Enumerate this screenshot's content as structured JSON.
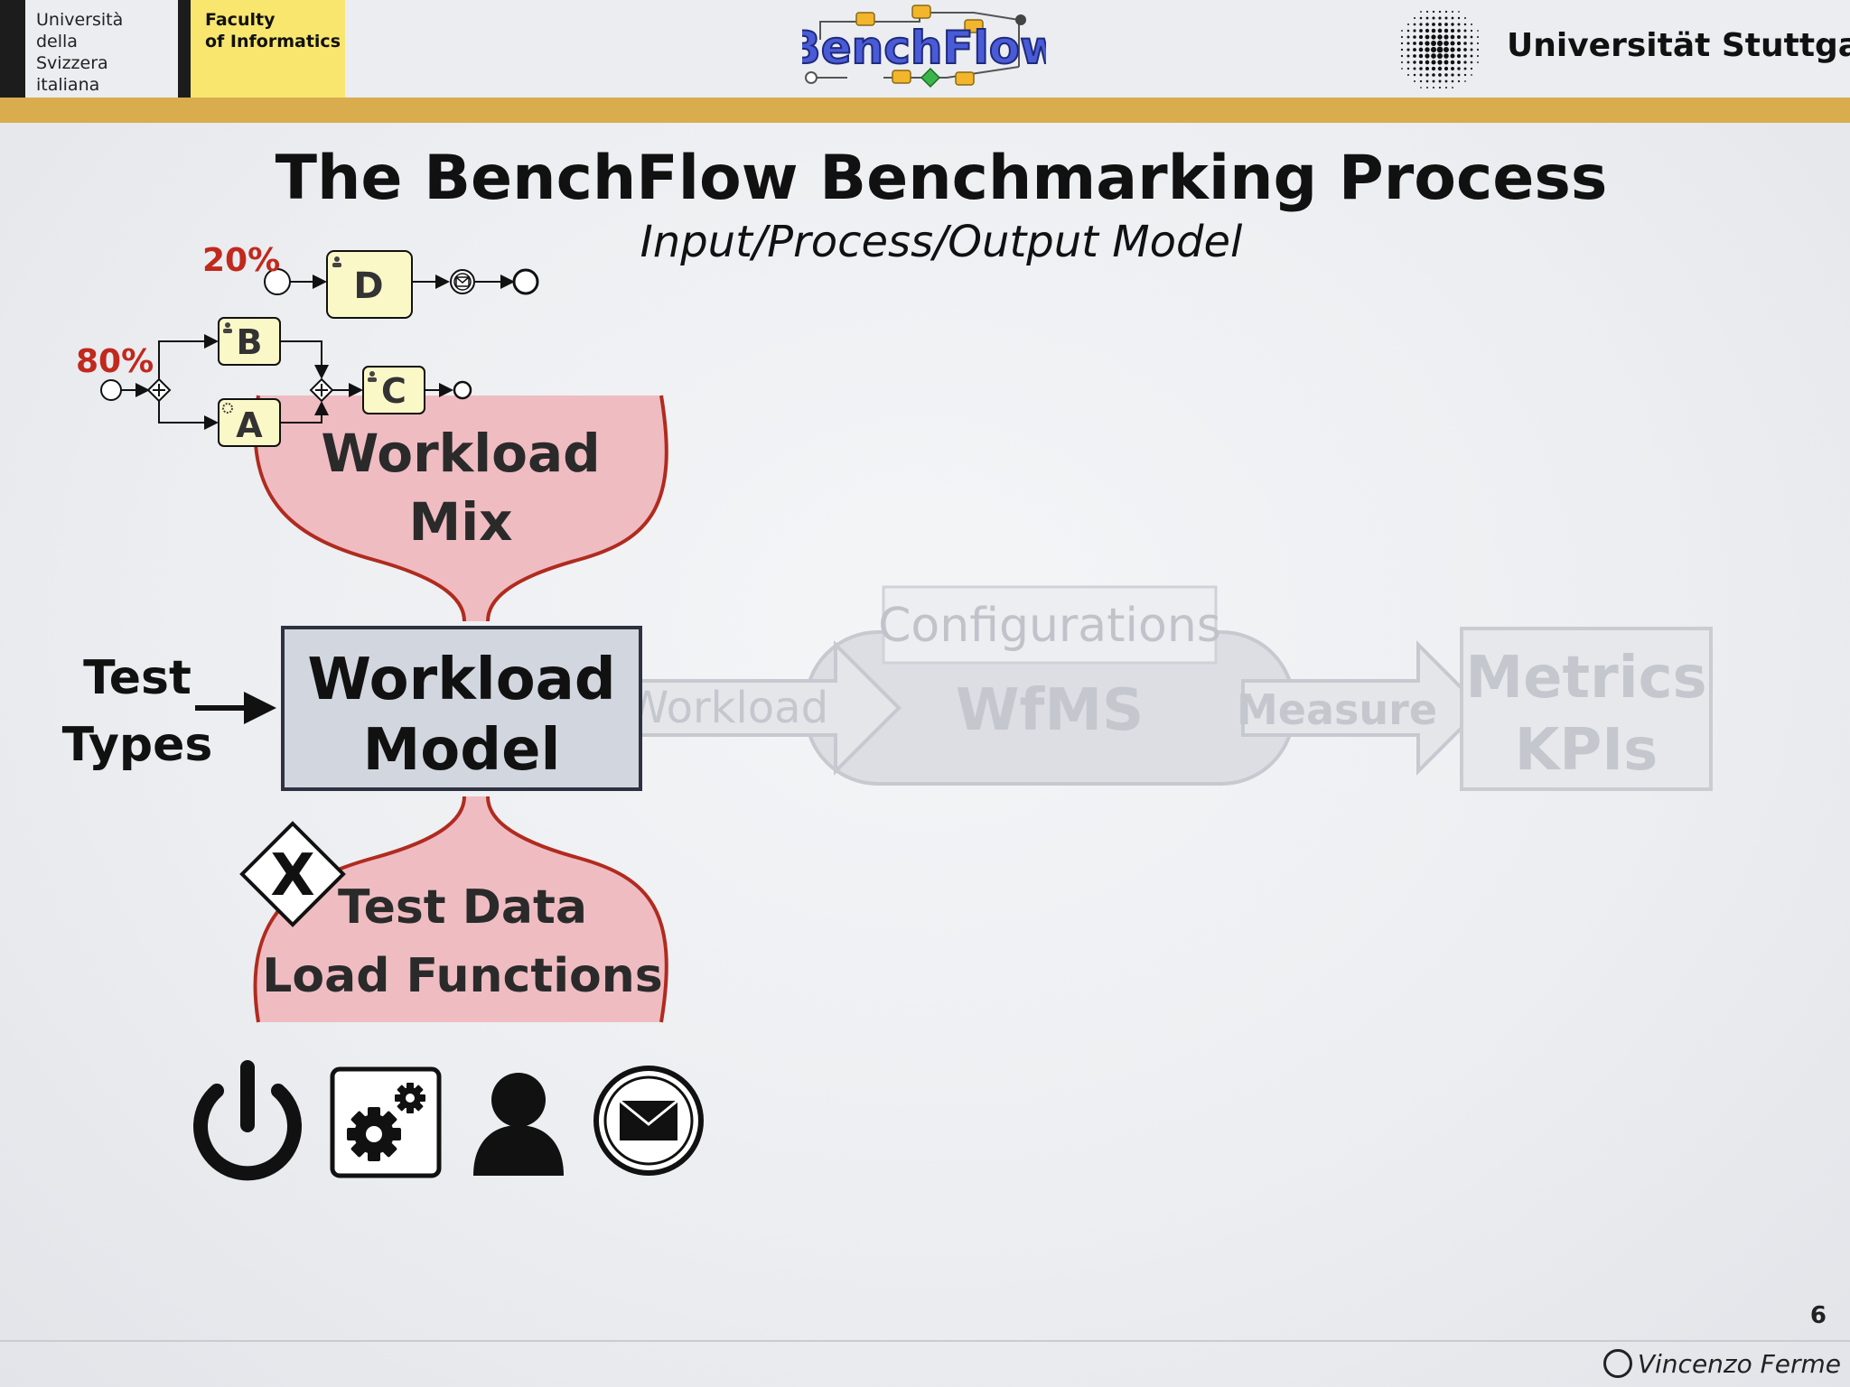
{
  "header": {
    "usi_lines": [
      "Università",
      "della",
      "Svizzera",
      "italiana"
    ],
    "faculty_lines": [
      "Faculty",
      "of Informatics"
    ],
    "benchflow_logo_text": "BenchFlow",
    "stuttgart_name": "Universität Stuttgart"
  },
  "slide": {
    "title": "The BenchFlow Benchmarking Process",
    "subtitle": "Input/Process/Output Model"
  },
  "process_models": {
    "top_percent": "20%",
    "bottom_percent": "80%",
    "tasks": {
      "d": "D",
      "b": "B",
      "a": "A",
      "c": "C"
    }
  },
  "workload_mix": {
    "line1": "Workload",
    "line2": "Mix"
  },
  "test_types": {
    "line1": "Test",
    "line2": "Types"
  },
  "workload_model": {
    "line1": "Workload",
    "line2": "Model"
  },
  "test_data": {
    "line1": "Test Data",
    "line2": "Load Functions",
    "gateway_symbol": "X"
  },
  "faded_pipeline": {
    "workload_arrow": "Workload",
    "configurations": "Configurations",
    "wfms": "WfMS",
    "measure_arrow": "Measure",
    "metrics_line1": "Metrics",
    "metrics_line2": "KPIs"
  },
  "icons": [
    "power-icon",
    "gears-icon",
    "user-icon",
    "mail-icon"
  ],
  "colors": {
    "gold_band": "#d9ac4e",
    "faculty_yellow": "#f8e66e",
    "funnel_fill": "#efbcc2",
    "funnel_stroke": "#b02b1f",
    "percent_red": "#c0291c",
    "task_fill": "#fbf8c8",
    "model_box_fill": "#d2d6df",
    "faded_gray": "#c6c9cf"
  },
  "footer": {
    "page_number": "6",
    "author": "Vincenzo Ferme"
  }
}
